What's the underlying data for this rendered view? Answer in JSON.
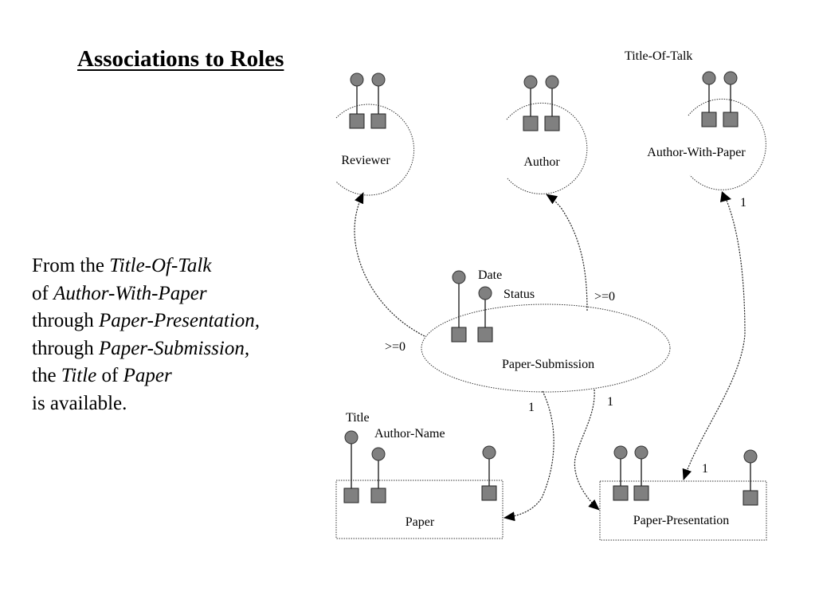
{
  "slide": {
    "title": "Associations to Roles",
    "description": [
      [
        {
          "t": "From the ",
          "i": false
        },
        {
          "t": "Title-Of-Talk",
          "i": true
        }
      ],
      [
        {
          "t": "of ",
          "i": false
        },
        {
          "t": "Author-With-Paper",
          "i": true
        }
      ],
      [
        {
          "t": "through ",
          "i": false
        },
        {
          "t": "Paper-Presentation,",
          "i": true
        }
      ],
      [
        {
          "t": "through ",
          "i": false
        },
        {
          "t": "Paper-Submission,",
          "i": true
        }
      ],
      [
        {
          "t": "the ",
          "i": false
        },
        {
          "t": "Title",
          "i": true
        },
        {
          "t": " of ",
          "i": false
        },
        {
          "t": "Paper",
          "i": true
        }
      ],
      [
        {
          "t": "is available.",
          "i": false
        }
      ]
    ]
  },
  "diagram": {
    "colors": {
      "attribute_fill": "#808080",
      "stroke": "#000000",
      "dotted": "#333333"
    },
    "roles": [
      {
        "id": "reviewer",
        "label": "Reviewer"
      },
      {
        "id": "author",
        "label": "Author"
      },
      {
        "id": "author-with-paper",
        "label": "Author-With-Paper"
      }
    ],
    "association": {
      "id": "paper-submission",
      "label": "Paper-Submission"
    },
    "entities": [
      {
        "id": "paper",
        "label": "Paper"
      },
      {
        "id": "paper-presentation",
        "label": "Paper-Presentation"
      }
    ],
    "attribute_labels": {
      "title_of_talk": "Title-Of-Talk",
      "date": "Date",
      "status": "Status",
      "title": "Title",
      "author_name": "Author-Name"
    },
    "multiplicities": {
      "submission_to_reviewer": ">=0",
      "submission_to_author": ">=0",
      "submission_to_paper": "1",
      "submission_to_presentation": "1",
      "presentation_to_awp_top": "1",
      "presentation_to_awp_bottom": "1"
    }
  }
}
